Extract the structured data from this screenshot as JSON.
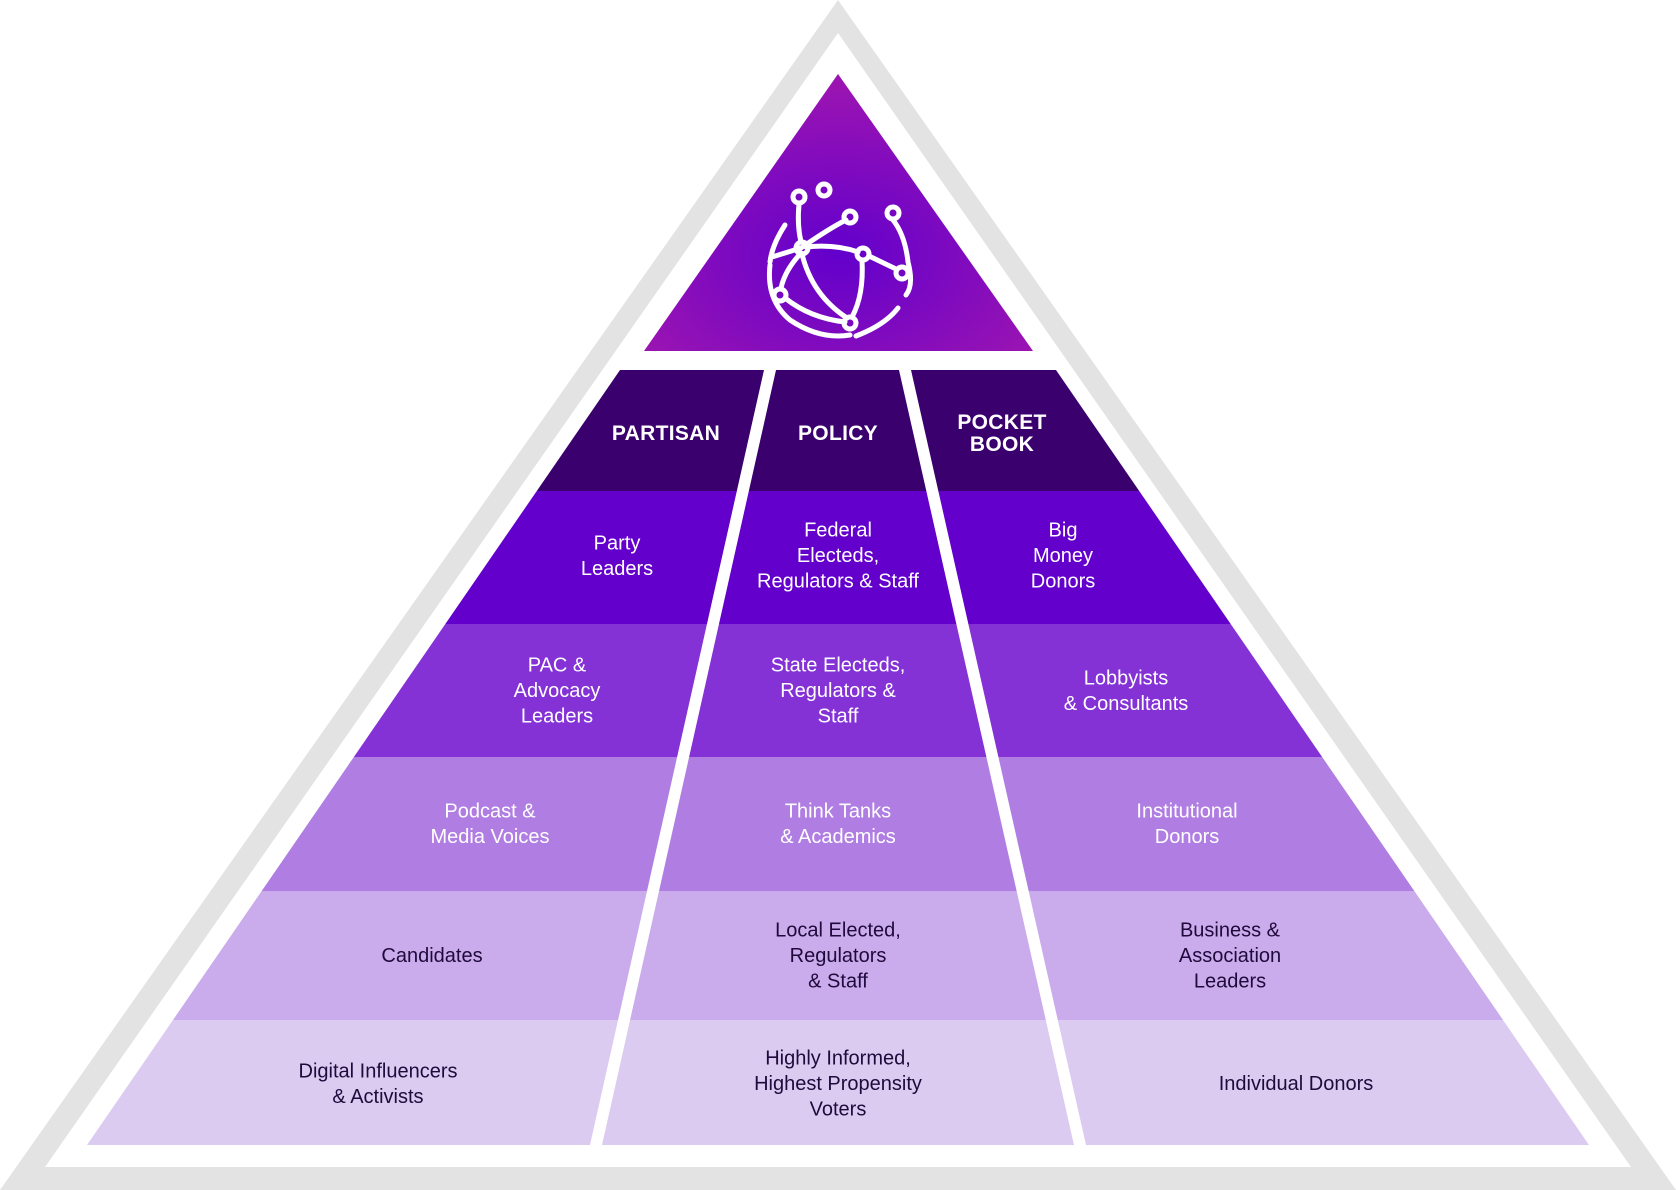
{
  "diagram": {
    "type": "pyramid",
    "apex_icon": "globe-network-icon",
    "colors": {
      "outer_frame": "#e3e3e3",
      "apex_gradient": [
        "#9214b0",
        "#6400cc"
      ],
      "header_band": "#3a006e",
      "band_1": "#6400cc",
      "band_2": "#8431d6",
      "band_3": "#b07de2",
      "band_4": "#caabeb",
      "band_5": "#dccbf1",
      "text_light": "#ffffff",
      "text_dark": "#1f0a3c"
    },
    "columns": [
      {
        "id": "partisan",
        "header": [
          "PARTISAN"
        ]
      },
      {
        "id": "policy",
        "header": [
          "POLICY"
        ]
      },
      {
        "id": "pocketbook",
        "header": [
          "POCKET",
          "BOOK"
        ]
      }
    ],
    "rows": [
      {
        "cells": [
          [
            "Party",
            "Leaders"
          ],
          [
            "Federal",
            "Electeds,",
            "Regulators & Staff"
          ],
          [
            "Big",
            "Money",
            "Donors"
          ]
        ]
      },
      {
        "cells": [
          [
            "PAC &",
            "Advocacy",
            "Leaders"
          ],
          [
            "State Electeds,",
            "Regulators &",
            "Staff"
          ],
          [
            "Lobbyists",
            "& Consultants"
          ]
        ]
      },
      {
        "cells": [
          [
            "Podcast &",
            "Media Voices"
          ],
          [
            "Think Tanks",
            "& Academics"
          ],
          [
            "Institutional",
            "Donors"
          ]
        ]
      },
      {
        "cells": [
          [
            "Candidates"
          ],
          [
            "Local Elected,",
            "Regulators",
            "& Staff"
          ],
          [
            "Business &",
            "Association",
            "Leaders"
          ]
        ]
      },
      {
        "cells": [
          [
            "Digital Influencers",
            "& Activists"
          ],
          [
            "Highly Informed,",
            "Highest Propensity",
            "Voters"
          ],
          [
            "Individual Donors"
          ]
        ]
      }
    ]
  }
}
